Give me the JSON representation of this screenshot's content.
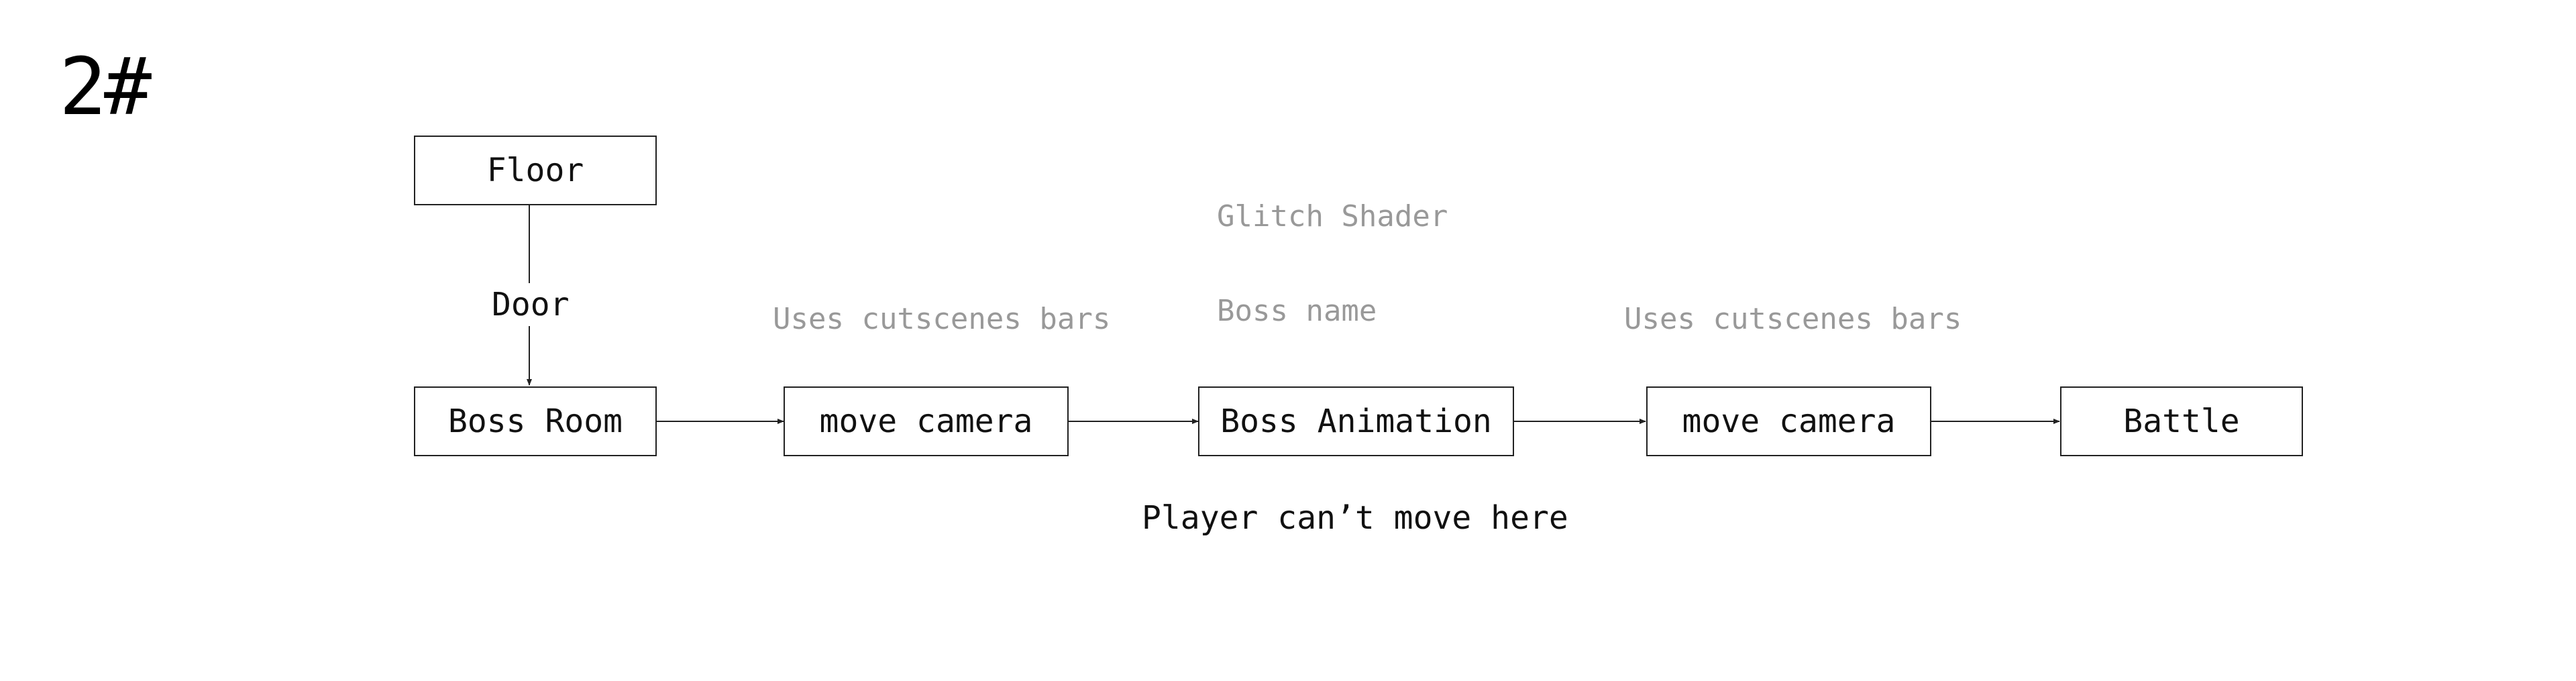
{
  "heading": "2#",
  "nodes": {
    "floor": "Floor",
    "boss_room": "Boss Room",
    "move_camera_1": "move camera",
    "boss_animation": "Boss Animation",
    "move_camera_2": "move camera",
    "battle": "Battle"
  },
  "edge_labels": {
    "door": "Door"
  },
  "notes": {
    "glitch_shader": "Glitch Shader",
    "boss_name": "Boss name",
    "uses_cutscene_bars_1": "Uses cutscenes bars",
    "uses_cutscene_bars_2": "Uses cutscenes bars"
  },
  "caption": "Player can’t move here",
  "colors": {
    "stroke": "#222222",
    "note_text": "#999999"
  }
}
